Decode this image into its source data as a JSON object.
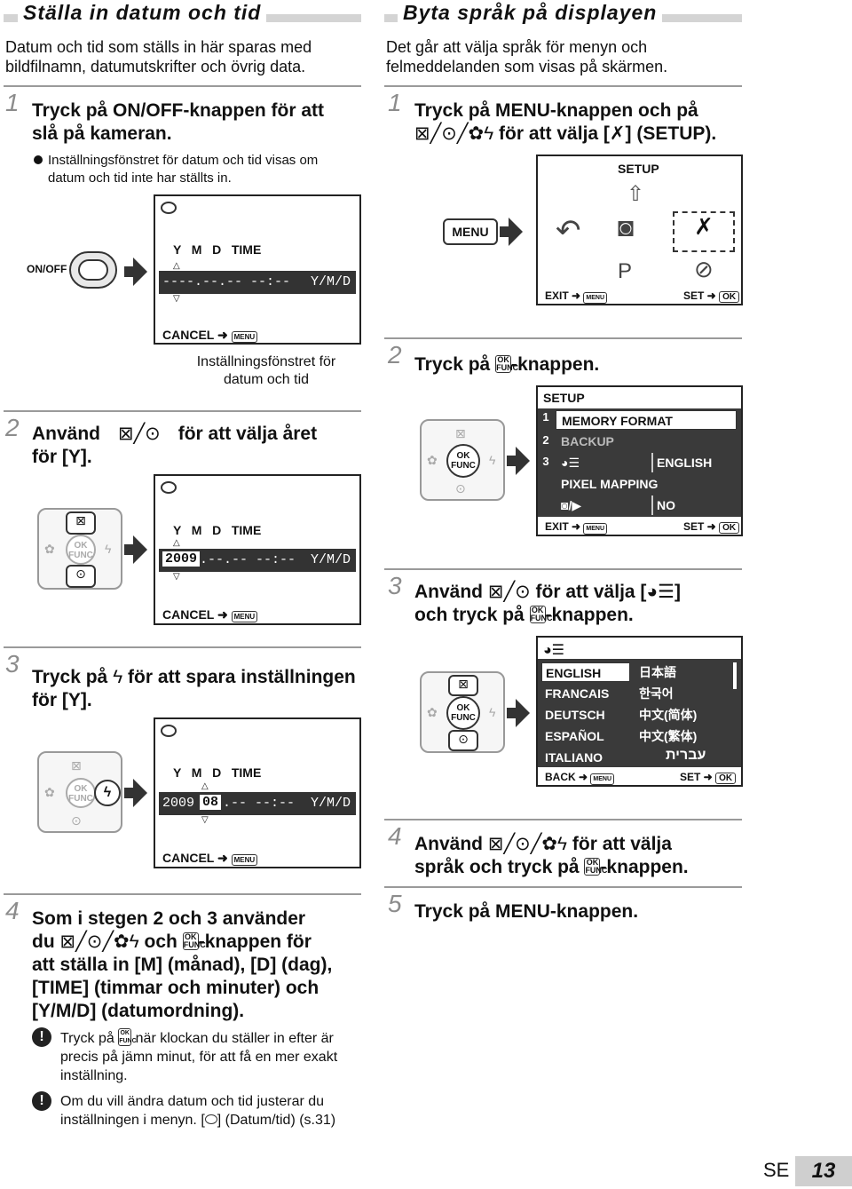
{
  "left": {
    "section_title": "Ställa in datum och tid",
    "intro": "Datum och tid som ställs in här sparas med bildfilnamn, datumutskrifter och övrig data.",
    "step1": {
      "num": "1",
      "text1": "Tryck på ON/OFF-knappen för att",
      "text2": "slå på kameran.",
      "bullet1": "Inställningsfönstret för datum och tid visas om",
      "bullet2": "datum och tid inte har ställts in."
    },
    "onoff_label": "ON/OFF",
    "screen1": {
      "cols": "Y   M   D   TIME",
      "value": "----.--.-- --:--",
      "order": "Y/M/D",
      "cancel": "CANCEL",
      "menu_tag": "MENU"
    },
    "caption1": "Inställningsfönstret för",
    "caption2": "datum och tid",
    "step2": {
      "num": "2",
      "text1a": "Använd",
      "text1b": "för att välja året",
      "text2": "för [Y]."
    },
    "screen2": {
      "cols": "Y   M   D   TIME",
      "value_year": "2009",
      "value_rest": ".--.-- --:--",
      "order": "Y/M/D",
      "cancel": "CANCEL",
      "menu_tag": "MENU"
    },
    "step3": {
      "num": "3",
      "text1a": "Tryck på",
      "text1b": "för att spara inställningen",
      "text2": "för [Y]."
    },
    "screen3": {
      "cols": "Y   M   D   TIME",
      "value_year": "2009",
      "value_month": "08",
      "value_rest": ".-- --:--",
      "order": "Y/M/D",
      "cancel": "CANCEL",
      "menu_tag": "MENU"
    },
    "step4": {
      "num": "4",
      "text1": "Som i stegen 2 och 3 använder",
      "text2a": "du",
      "text2b": "och",
      "text2c": "-knappen för",
      "text3": "att ställa in [M] (månad), [D] (dag),",
      "text4": "[TIME] (timmar och minuter) och",
      "text5": "[Y/M/D] (datumordning)."
    },
    "note1": {
      "a": "Tryck på",
      "b": "när klockan du ställer in efter är",
      "c": "precis på jämn minut, för att få en mer exakt",
      "d": "inställning."
    },
    "note2": {
      "a": "Om du vill ändra datum och tid justerar du",
      "b": "inställningen i menyn. [",
      "c": "] (Datum/tid) (s.31)"
    }
  },
  "right": {
    "section_title": "Byta språk på displayen",
    "intro": "Det går att välja språk för menyn och felmeddelanden som visas på skärmen.",
    "step1": {
      "num": "1",
      "text1": "Tryck på MENU-knappen och på",
      "text2a": "för att välja [",
      "text2b": "] (SETUP)."
    },
    "menu_btn": "MENU",
    "setup_screen": {
      "title": "SETUP",
      "exit": "EXIT",
      "set": "SET",
      "ok": "OK",
      "menu_tag": "MENU"
    },
    "step2": {
      "num": "2",
      "text_a": "Tryck på",
      "text_b": "-knappen."
    },
    "setup_menu": {
      "title": "SETUP",
      "rows": [
        {
          "n": "1",
          "label": "MEMORY FORMAT",
          "value": ""
        },
        {
          "n": "2",
          "label": "BACKUP",
          "value": ""
        },
        {
          "n": "3",
          "label": "",
          "value": "ENGLISH"
        },
        {
          "n": "",
          "label": "PIXEL MAPPING",
          "value": ""
        },
        {
          "n": "",
          "label": "/",
          "value": "NO"
        }
      ],
      "exit": "EXIT",
      "set": "SET",
      "ok": "OK",
      "menu_tag": "MENU"
    },
    "step3": {
      "num": "3",
      "text1a": "Använd",
      "text1b": "för att välja [",
      "text1c": "]",
      "text2a": "och tryck på",
      "text2b": "-knappen."
    },
    "lang_screen": {
      "left": [
        "ENGLISH",
        "FRANCAIS",
        "DEUTSCH",
        "ESPAÑOL",
        "ITALIANO"
      ],
      "right": [
        "日本語",
        "한국어",
        "中文(简体)",
        "中文(繁体)",
        "עברית"
      ],
      "back": "BACK",
      "set": "SET",
      "ok": "OK",
      "menu_tag": "MENU"
    },
    "step4": {
      "num": "4",
      "text1a": "Använd",
      "text1b": "för att välja",
      "text2a": "språk och tryck på",
      "text2b": "-knappen."
    },
    "step5": {
      "num": "5",
      "text": "Tryck på MENU-knappen."
    }
  },
  "footer": {
    "lang": "SE",
    "page": "13"
  },
  "ok_label": "OK",
  "func_label": "FUNC"
}
